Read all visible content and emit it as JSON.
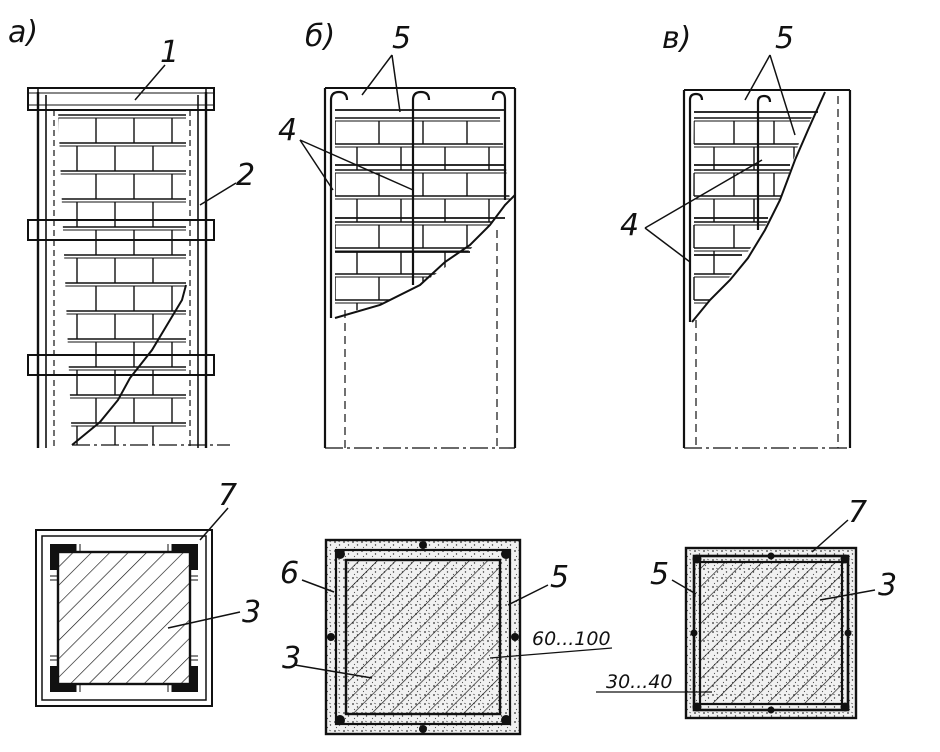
{
  "variants": [
    {
      "key": "a",
      "label": "а)"
    },
    {
      "key": "b",
      "label": "б)"
    },
    {
      "key": "c",
      "label": "в)"
    }
  ],
  "callouts": {
    "n1": "1",
    "n2": "2",
    "n3": "3",
    "n4": "4",
    "n5": "5",
    "n6": "6",
    "n7": "7"
  },
  "dimensions": {
    "cover_b": "60...100",
    "cover_c": "30...40"
  },
  "colors": {
    "ink": "#111111",
    "paper": "#ffffff"
  }
}
